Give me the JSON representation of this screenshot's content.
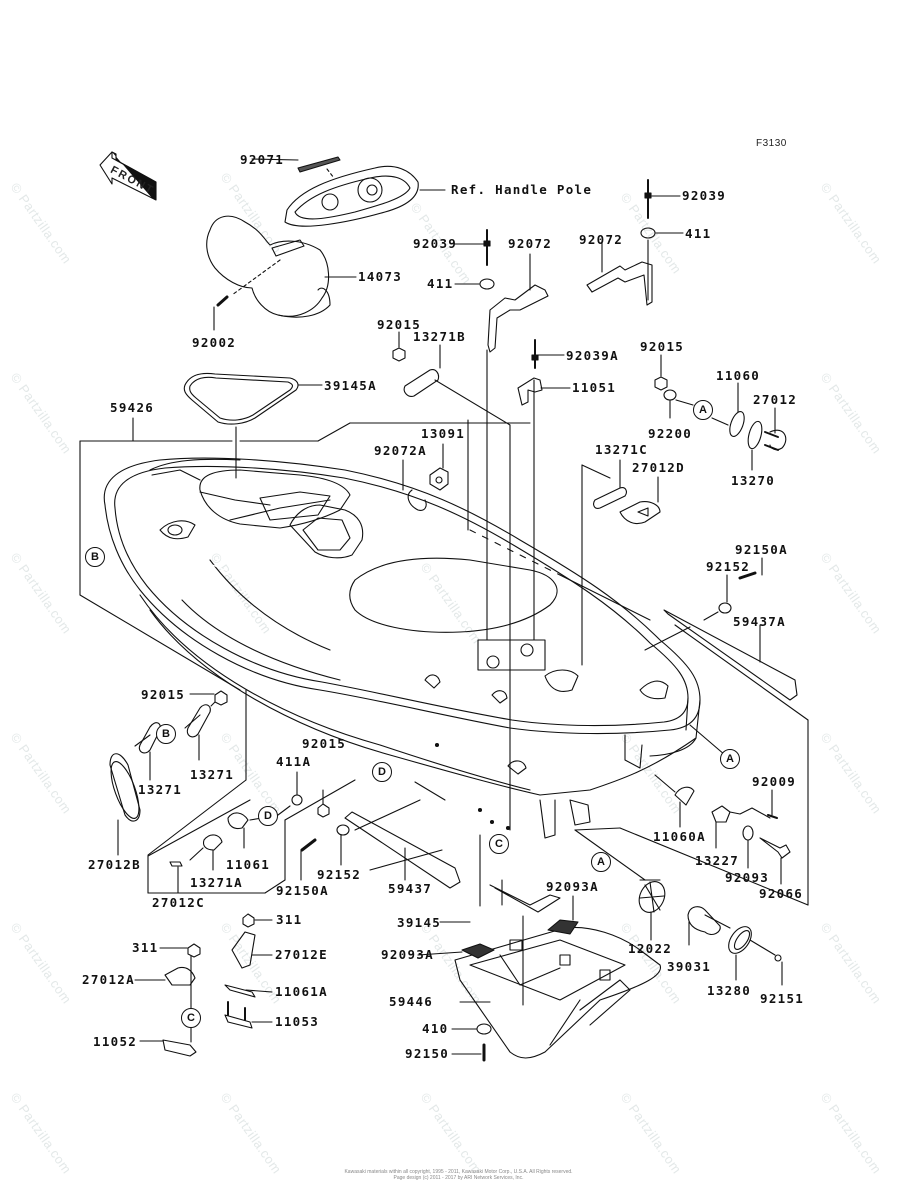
{
  "diagram": {
    "figure_code": "F3130",
    "reference_label": "Ref. Handle Pole",
    "front_label": "FRONT",
    "watermark": "© Partzilla.com",
    "copyright_line1": "Kawasaki materials within all copyright, 1995 - 2011, Kawasaki Motor Corp., U.S.A. All Rights reserved.",
    "copyright_line2": "Page design (c) 2011 - 2017 by ARI Network Services, Inc.",
    "ref_markers": [
      "A",
      "B",
      "C",
      "D"
    ],
    "part_labels": [
      {
        "id": "92071",
        "text": "92071"
      },
      {
        "id": "92002",
        "text": "92002"
      },
      {
        "id": "14073",
        "text": "14073"
      },
      {
        "id": "92039-top",
        "text": "92039"
      },
      {
        "id": "92039-mid",
        "text": "92039"
      },
      {
        "id": "411-top",
        "text": "411"
      },
      {
        "id": "411-mid",
        "text": "411"
      },
      {
        "id": "92072-left",
        "text": "92072"
      },
      {
        "id": "92072-right",
        "text": "92072"
      },
      {
        "id": "92015-a",
        "text": "92015"
      },
      {
        "id": "13271B",
        "text": "13271B"
      },
      {
        "id": "92039A",
        "text": "92039A"
      },
      {
        "id": "11051",
        "text": "11051"
      },
      {
        "id": "92015-b",
        "text": "92015"
      },
      {
        "id": "92200",
        "text": "92200"
      },
      {
        "id": "11060",
        "text": "11060"
      },
      {
        "id": "27012",
        "text": "27012"
      },
      {
        "id": "13270",
        "text": "13270"
      },
      {
        "id": "39145A",
        "text": "39145A"
      },
      {
        "id": "59426",
        "text": "59426"
      },
      {
        "id": "13091",
        "text": "13091"
      },
      {
        "id": "92072A",
        "text": "92072A"
      },
      {
        "id": "13271C",
        "text": "13271C"
      },
      {
        "id": "27012D",
        "text": "27012D"
      },
      {
        "id": "92150A-right",
        "text": "92150A"
      },
      {
        "id": "92152-right",
        "text": "92152"
      },
      {
        "id": "59437A",
        "text": "59437A"
      },
      {
        "id": "92015-c",
        "text": "92015"
      },
      {
        "id": "13271-a",
        "text": "13271"
      },
      {
        "id": "13271-b",
        "text": "13271"
      },
      {
        "id": "27012B",
        "text": "27012B"
      },
      {
        "id": "92015-d",
        "text": "92015"
      },
      {
        "id": "411A",
        "text": "411A"
      },
      {
        "id": "11061",
        "text": "11061"
      },
      {
        "id": "13271A",
        "text": "13271A"
      },
      {
        "id": "27012C",
        "text": "27012C"
      },
      {
        "id": "92150A-left",
        "text": "92150A"
      },
      {
        "id": "92152-left",
        "text": "92152"
      },
      {
        "id": "59437",
        "text": "59437"
      },
      {
        "id": "92009",
        "text": "92009"
      },
      {
        "id": "11060A",
        "text": "11060A"
      },
      {
        "id": "13227",
        "text": "13227"
      },
      {
        "id": "92093",
        "text": "92093"
      },
      {
        "id": "92066",
        "text": "92066"
      },
      {
        "id": "92093A-right",
        "text": "92093A"
      },
      {
        "id": "39145",
        "text": "39145"
      },
      {
        "id": "92093A-left",
        "text": "92093A"
      },
      {
        "id": "59446",
        "text": "59446"
      },
      {
        "id": "410",
        "text": "410"
      },
      {
        "id": "92150",
        "text": "92150"
      },
      {
        "id": "12022",
        "text": "12022"
      },
      {
        "id": "39031",
        "text": "39031"
      },
      {
        "id": "13280",
        "text": "13280"
      },
      {
        "id": "92151",
        "text": "92151"
      },
      {
        "id": "311-right",
        "text": "311"
      },
      {
        "id": "311-left",
        "text": "311"
      },
      {
        "id": "27012E",
        "text": "27012E"
      },
      {
        "id": "27012A",
        "text": "27012A"
      },
      {
        "id": "11061A",
        "text": "11061A"
      },
      {
        "id": "11053",
        "text": "11053"
      },
      {
        "id": "11052",
        "text": "11052"
      }
    ]
  }
}
